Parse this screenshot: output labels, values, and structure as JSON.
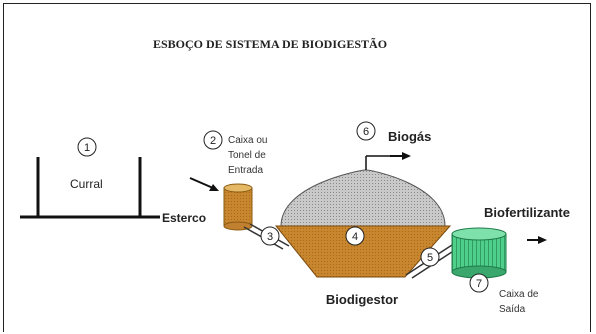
{
  "title": "ESBOÇO DE  SISTEMA DE BIODIGESTÃO",
  "labels": {
    "curral": "Curral",
    "esterco": "Esterco",
    "caixa_entrada": [
      "Caixa ou",
      "Tonel de",
      "Entrada"
    ],
    "biogas": "Biogás",
    "biofertilizante": "Biofertilizante",
    "biodigestor": "Biodigestor",
    "caixa_saida": [
      "Caixa de",
      "Saída"
    ]
  },
  "markers": [
    "1",
    "2",
    "3",
    "4",
    "5",
    "6",
    "7"
  ],
  "colors": {
    "tank_fill": "#c8862e",
    "dome_fill": "#b9b9b9",
    "inlet_box": "#e0b050",
    "outlet_box": "#40c080",
    "line": "#111111"
  }
}
